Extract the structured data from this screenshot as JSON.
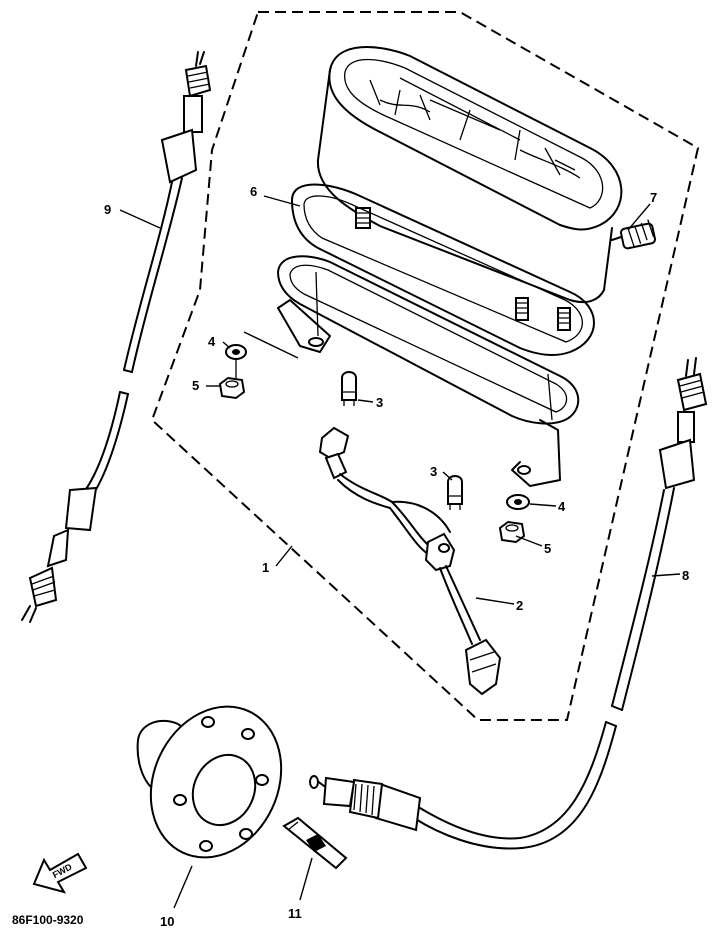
{
  "diagram_code": "86F100-9320",
  "direction_label": "FWD",
  "callouts": [
    {
      "id": "c1",
      "label": "1"
    },
    {
      "id": "c2",
      "label": "2"
    },
    {
      "id": "c3a",
      "label": "3"
    },
    {
      "id": "c3b",
      "label": "3"
    },
    {
      "id": "c4a",
      "label": "4"
    },
    {
      "id": "c4b",
      "label": "4"
    },
    {
      "id": "c5a",
      "label": "5"
    },
    {
      "id": "c5b",
      "label": "5"
    },
    {
      "id": "c6",
      "label": "6"
    },
    {
      "id": "c7",
      "label": "7"
    },
    {
      "id": "c8",
      "label": "8"
    },
    {
      "id": "c9",
      "label": "9"
    },
    {
      "id": "c10",
      "label": "10"
    },
    {
      "id": "c11",
      "label": "11"
    }
  ]
}
